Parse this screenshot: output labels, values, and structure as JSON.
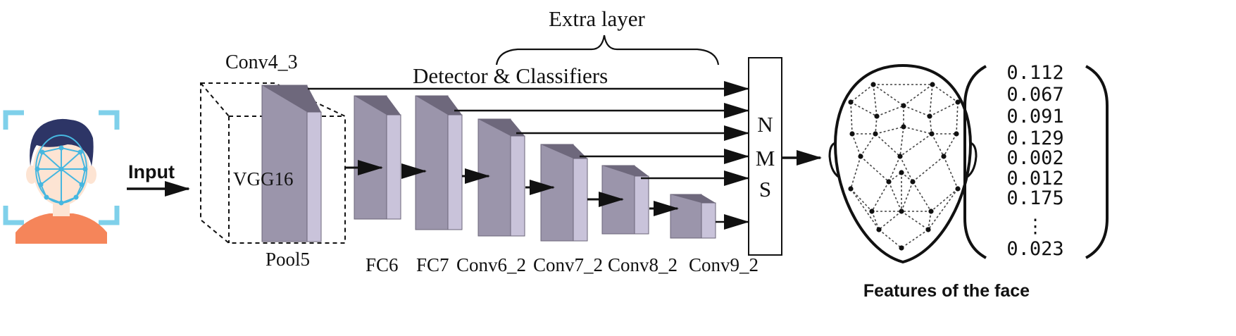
{
  "input": {
    "label": "Input"
  },
  "backbone": {
    "name": "VGG16",
    "top_layer": "Conv4_3",
    "bottom_layer": "Pool5"
  },
  "extra_layer": {
    "label": "Extra layer"
  },
  "detector": {
    "label": "Detector & Classifiers"
  },
  "layers": [
    {
      "label": "FC6"
    },
    {
      "label": "FC7"
    },
    {
      "label": "Conv6_2"
    },
    {
      "label": "Conv7_2"
    },
    {
      "label": "Conv8_2"
    },
    {
      "label": "Conv9_2"
    }
  ],
  "nms": {
    "letters": [
      "N",
      "M",
      "S"
    ]
  },
  "features": {
    "title": "Features of the face",
    "values": [
      "0.112",
      "0.067",
      "0.091",
      "0.129",
      "0.002",
      "0.012",
      "0.175"
    ],
    "ellipsis": "⋮",
    "last_value": "0.023"
  },
  "colors": {
    "block_front": "#9b95ab",
    "block_side": "#c9c3da",
    "block_top": "#6e687c",
    "hair": "#2d3566",
    "skin": "#fde4d3",
    "shirt": "#f5855a",
    "face_lines": "#46b7e0",
    "frame": "#7fd0ea"
  }
}
